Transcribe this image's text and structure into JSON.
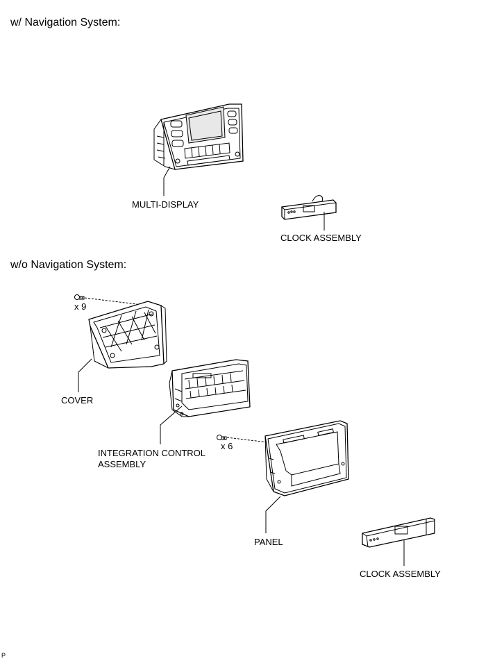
{
  "sections": {
    "with_nav": {
      "heading": "w/ Navigation System:"
    },
    "without_nav": {
      "heading": "w/o Navigation System:"
    }
  },
  "labels": {
    "multi_display": "MULTI-DISPLAY",
    "clock_assembly_top": "CLOCK ASSEMBLY",
    "screw_count_cover": "x 9",
    "cover": "COVER",
    "integration_line1": "INTEGRATION CONTROL",
    "integration_line2": "ASSEMBLY",
    "screw_count_panel": "x 6",
    "panel": "PANEL",
    "clock_assembly_bottom": "CLOCK ASSEMBLY"
  },
  "footer": {
    "code": "P"
  }
}
